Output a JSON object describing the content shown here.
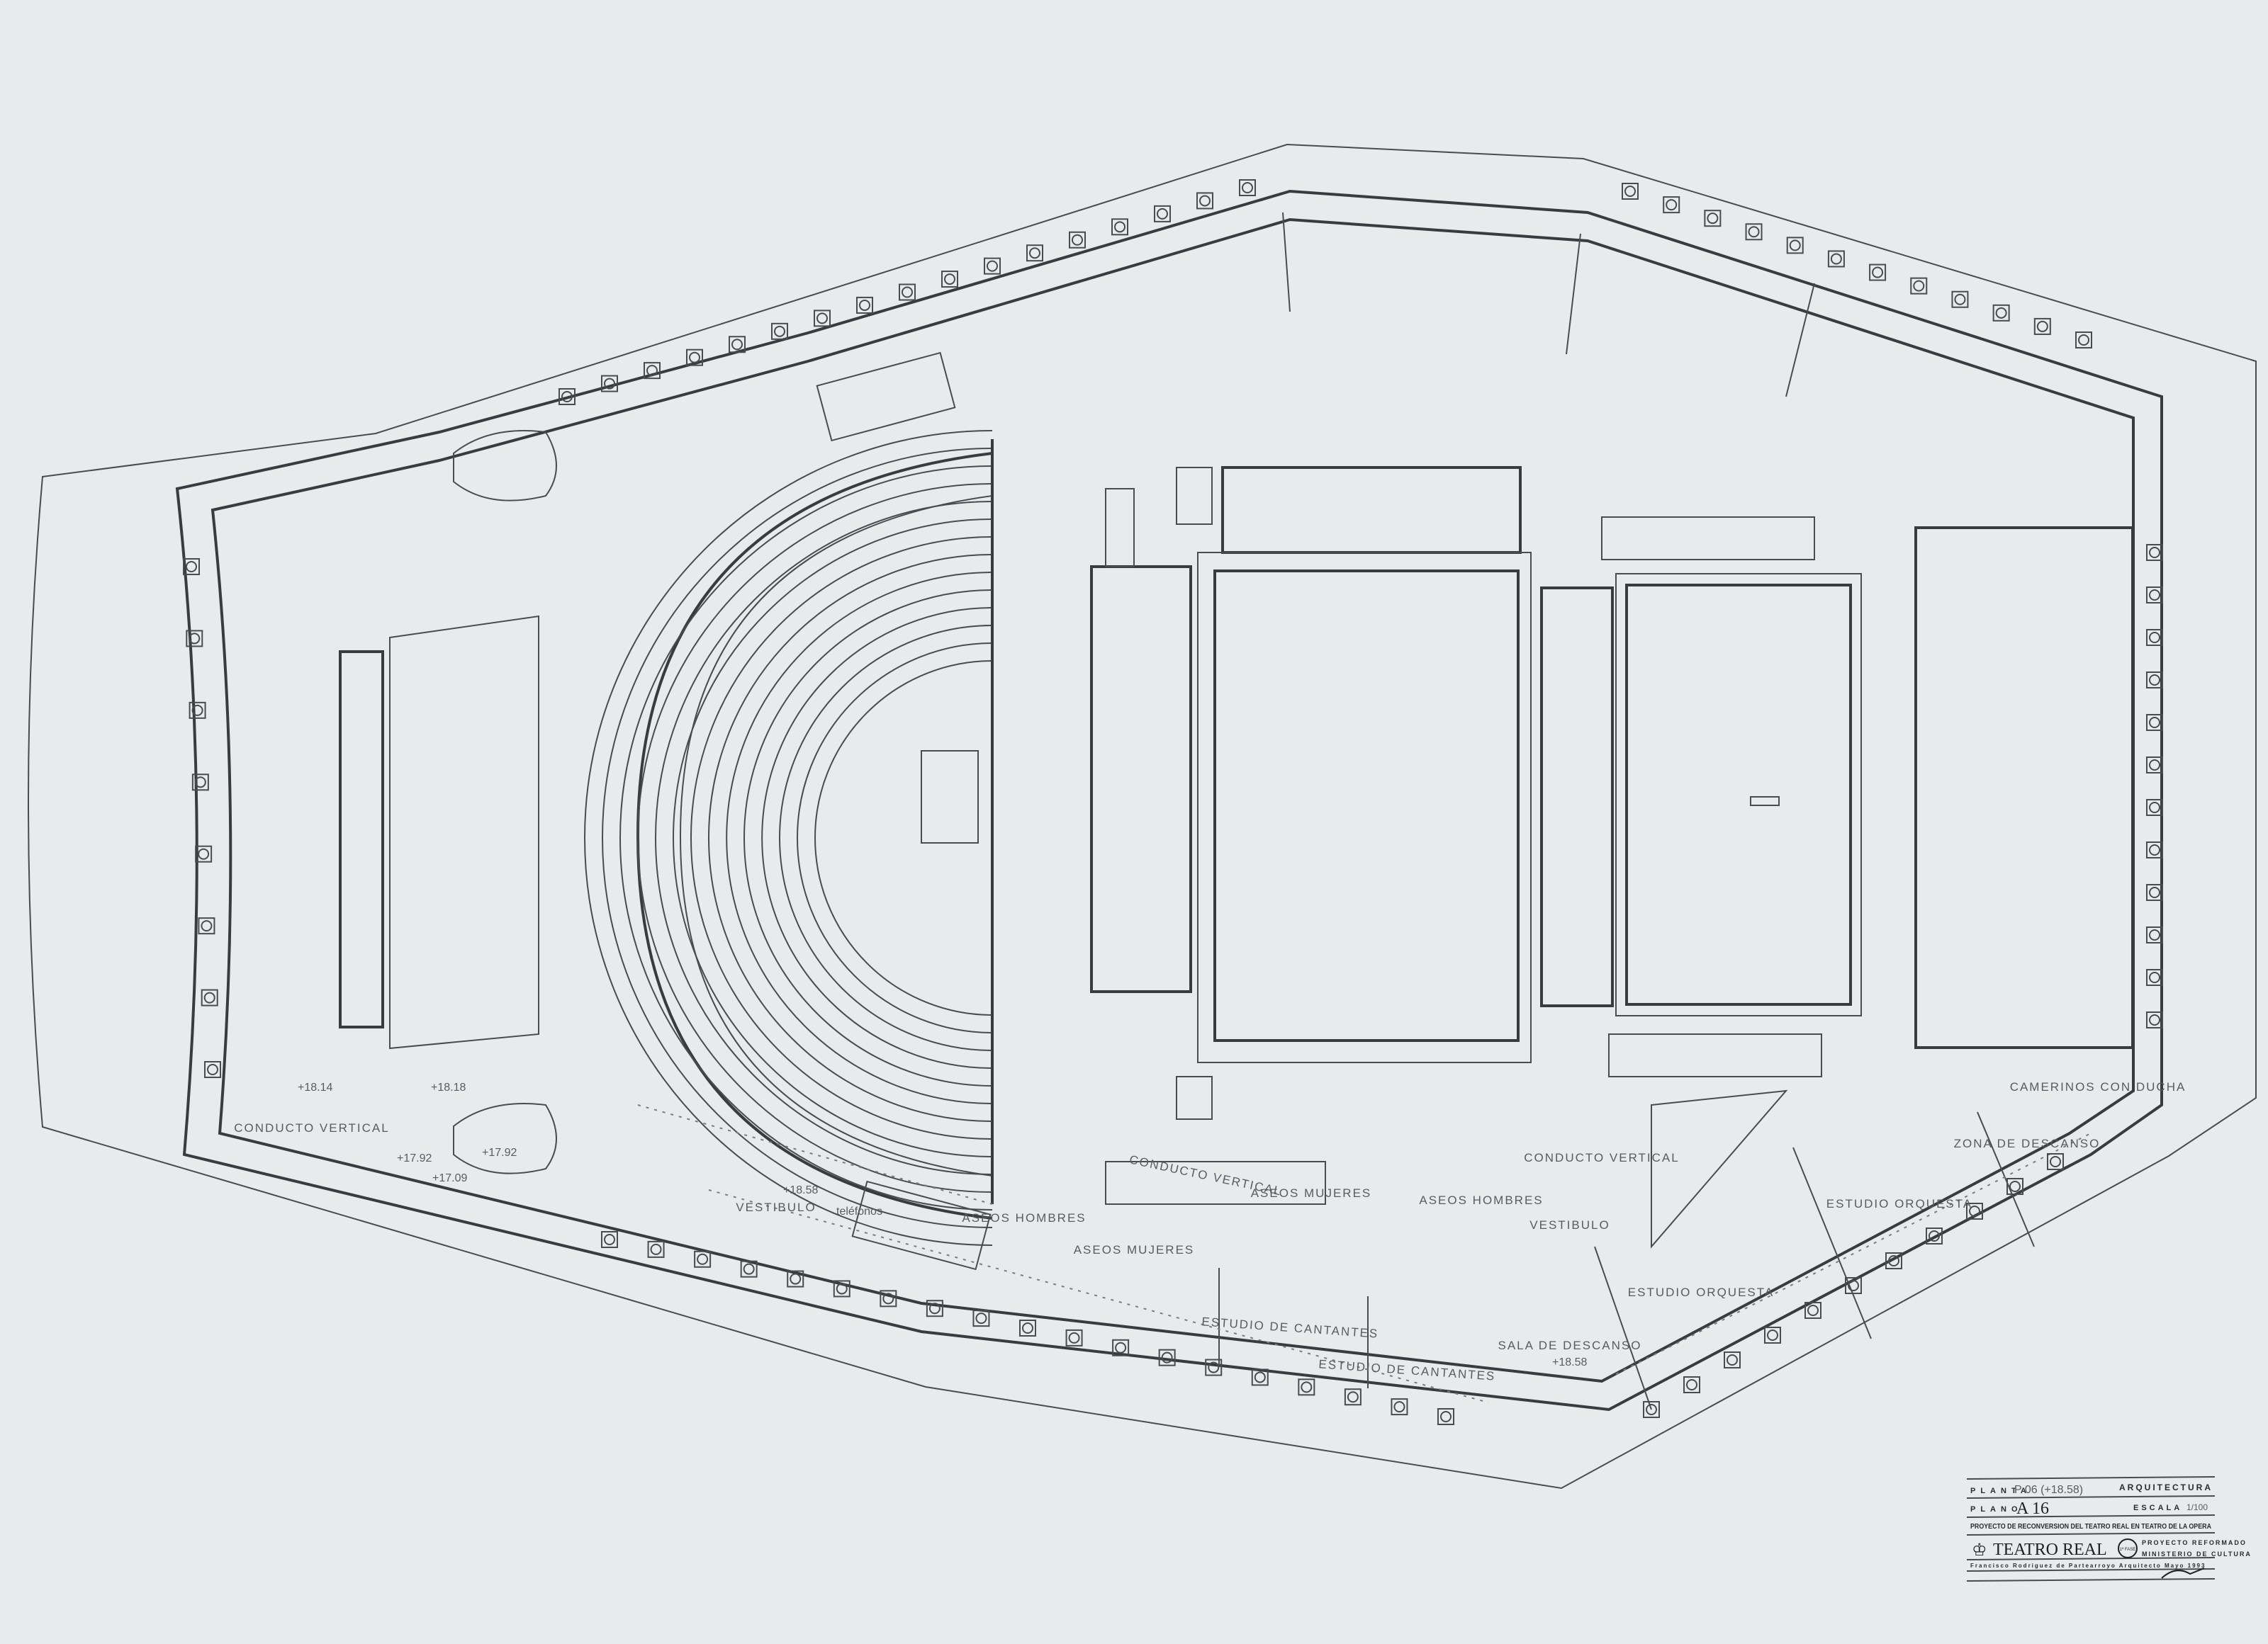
{
  "plan": {
    "room_labels": {
      "aseos_hombres_1": "ASEOS HOMBRES",
      "aseos_mujeres_1": "ASEOS MUJERES",
      "aseos_mujeres_2": "ASEOS MUJERES",
      "aseos_hombres_2": "ASEOS HOMBRES",
      "conducto_vertical_1": "CONDUCTO VERTICAL",
      "conducto_vertical_2": "CONDUCTO VERTICAL",
      "conducto_vertical_3": "CONDUCTO VERTICAL",
      "vestibulo_1": "VESTIBULO",
      "vestibulo_2": "VESTIBULO",
      "estudio_cantantes_1": "ESTUDIO DE CANTANTES",
      "estudio_cantantes_2": "ESTUDIO DE CANTANTES",
      "sala_descanso": "SALA DE DESCANSO",
      "estudio_orquesta_1": "ESTUDIO ORQUESTA",
      "estudio_orquesta_2": "ESTUDIO ORQUESTA",
      "zona_descanso": "ZONA DE DESCANSO",
      "camerinos": "CAMERINOS CON DUCHA",
      "telefonos": "teléfonos"
    },
    "levels": {
      "l1": "+18.14",
      "l2": "+18.18",
      "l3": "+17.92",
      "l4": "+17.92",
      "l5": "+17.09",
      "l6": "+18.58",
      "l7": "+18.58"
    }
  },
  "title_block": {
    "planta_label": "PLANTA",
    "planta_value": "P 06 (+18.58)",
    "discipline": "ARQUITECTURA",
    "plano_label": "PLANO",
    "plano_value": "A 16",
    "escala_label": "ESCALA",
    "escala_value": "1/100",
    "project": "PROYECTO DE RECONVERSION DEL TEATRO REAL EN TEATRO DE LA OPERA",
    "logo_name": "TEATRO REAL",
    "phase": "1ª FASE",
    "project_type": "PROYECTO REFORMADO",
    "ministry": "MINISTERIO DE CULTURA",
    "architect_line": "Francisco Rodriguez de Partearroyo Arquitecto Mayo 1993"
  }
}
